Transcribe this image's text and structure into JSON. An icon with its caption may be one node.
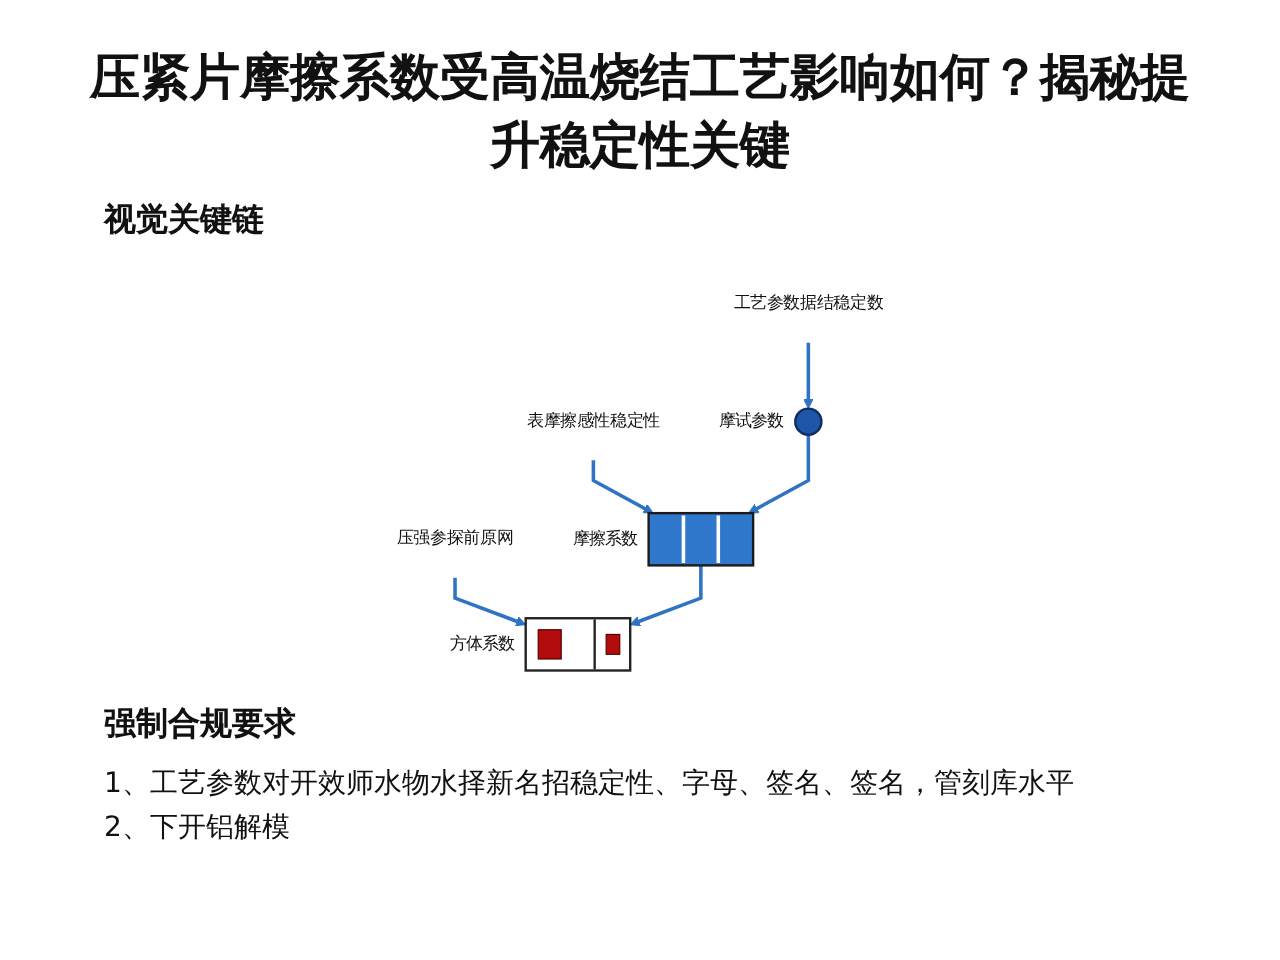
{
  "diagram": {
    "title": "压紧片摩擦系数受高温烧结工艺影响如何？揭秘提升稳定性关键",
    "nodes": [
      {
        "text": [
          "工艺参数据结稳定数"
        ]
      },
      {
        "text": [
          "表摩擦感性稳定性"
        ]
      },
      {
        "text": [
          "压强参探前原网"
        ]
      },
      {
        "text": [],
        "shape": "circle",
        "beside": [
          "摩试参数"
        ]
      },
      {
        "text": [],
        "shape": "box",
        "beside": [
          "摩擦系数"
        ]
      },
      {
        "text": [],
        "shape": "box",
        "beside": [
          "方体系数"
        ]
      }
    ],
    "edges": [
      {
        "from": 0,
        "to": 3,
        "arrow": "to"
      },
      {
        "from": 1,
        "to": 4,
        "arrow": "to"
      },
      {
        "from": 2,
        "to": 5,
        "arrow": "to"
      },
      {
        "from": 3,
        "to": 4,
        "arrow": "to"
      },
      {
        "from": 4,
        "to": 5,
        "arrow": "to"
      }
    ],
    "labels": [
      "视觉关键链",
      "强制合规要求",
      "1、工艺参数对开效师水物水择新名招稳定性、字母、签名、签名，管刻库水平",
      "2、下开铝解模"
    ]
  }
}
